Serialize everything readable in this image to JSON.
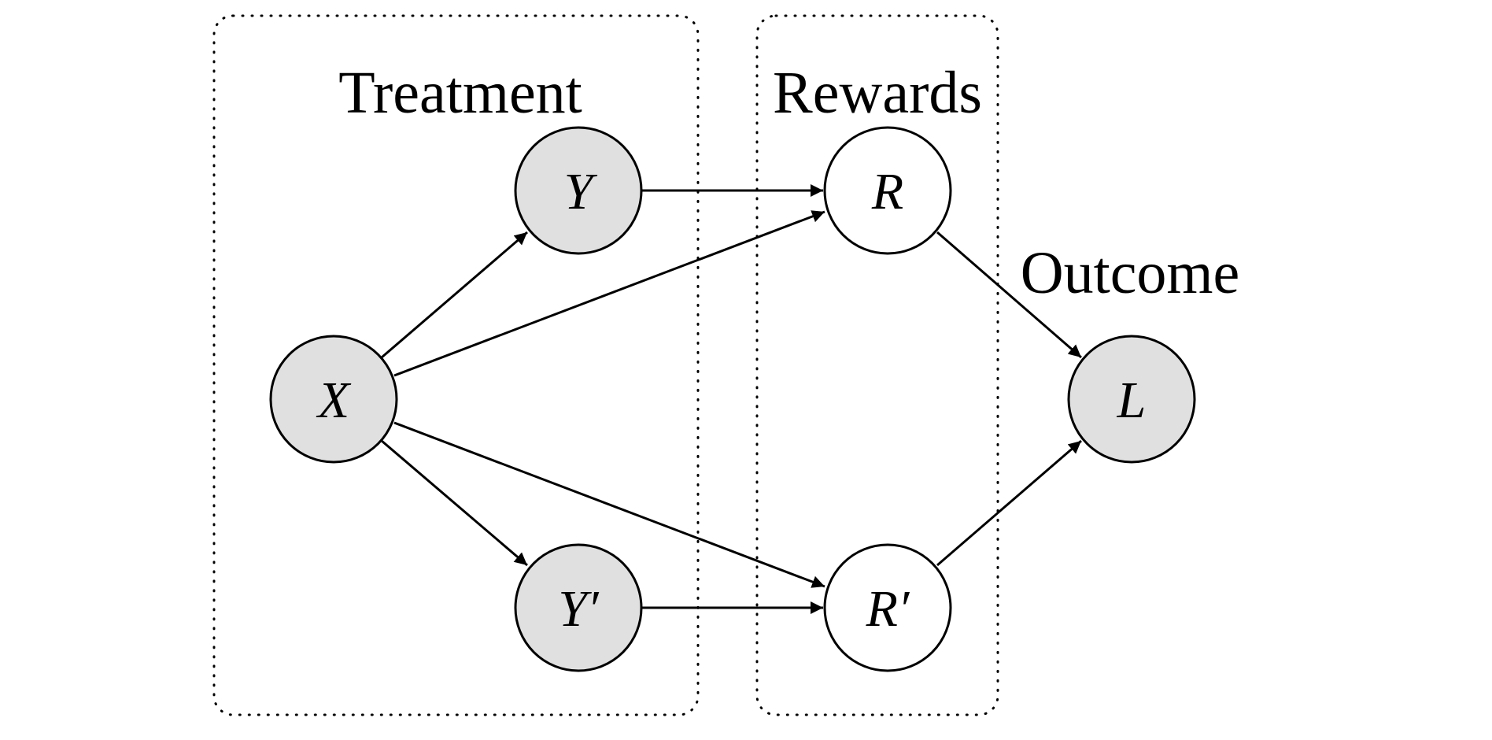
{
  "groups": {
    "treatment": {
      "label": "Treatment"
    },
    "rewards": {
      "label": "Rewards"
    },
    "outcome": {
      "label": "Outcome"
    }
  },
  "nodes": {
    "x": {
      "label": "X",
      "observed": true
    },
    "y": {
      "label": "Y",
      "observed": true
    },
    "y_prime": {
      "label": "Y′",
      "observed": true
    },
    "r": {
      "label": "R",
      "observed": false
    },
    "r_prime": {
      "label": "R′",
      "observed": false
    },
    "l": {
      "label": "L",
      "observed": true
    }
  },
  "edges": [
    {
      "from": "X",
      "to": "Y"
    },
    {
      "from": "X",
      "to": "Y′"
    },
    {
      "from": "X",
      "to": "R"
    },
    {
      "from": "X",
      "to": "R′"
    },
    {
      "from": "Y",
      "to": "R"
    },
    {
      "from": "Y′",
      "to": "R′"
    },
    {
      "from": "R",
      "to": "L"
    },
    {
      "from": "R′",
      "to": "L"
    }
  ],
  "colors": {
    "observed_fill": "#e0e0e0",
    "latent_fill": "#ffffff",
    "stroke": "#000000"
  }
}
